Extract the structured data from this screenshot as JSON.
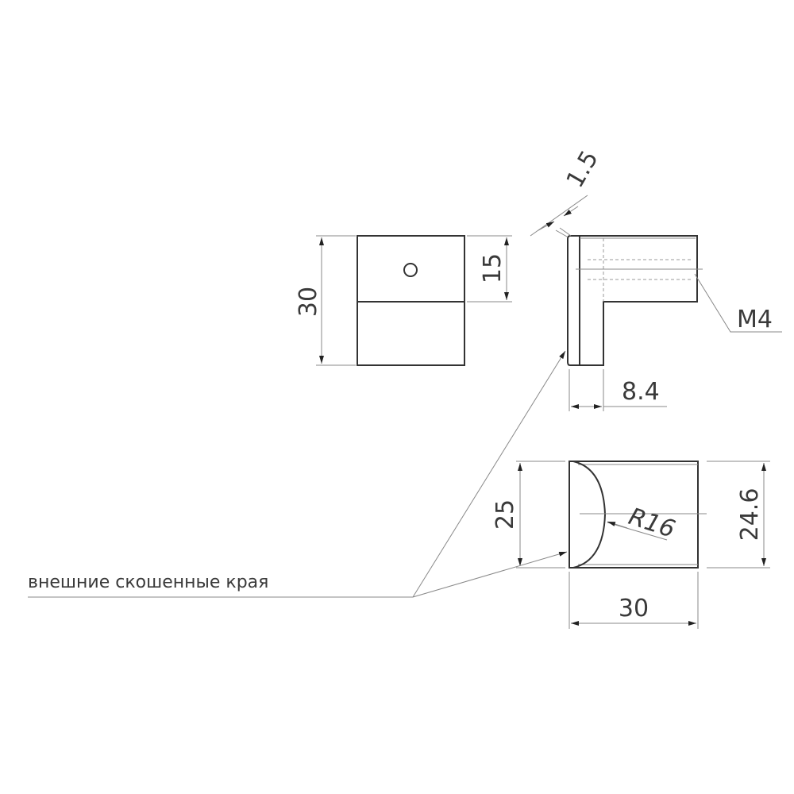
{
  "dimensions": {
    "front_height": "30",
    "front_half": "15",
    "plate_thickness": "1.5",
    "thread": "M4",
    "depth": "8.4",
    "top_height": "25",
    "top_inner": "24.6",
    "radius": "R16",
    "width": "30"
  },
  "annotation": "внешние скошенные края"
}
